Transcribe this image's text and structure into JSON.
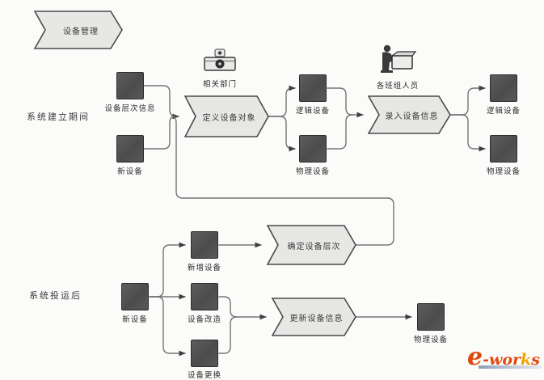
{
  "banner": {
    "label": "设备管理"
  },
  "phases": {
    "build": "系统建立期间",
    "operation": "系统投运后"
  },
  "actors": {
    "related_department": "相关部门",
    "team_members": "各班组人员"
  },
  "nodes": {
    "device_hierarchy_info": "设备层次信息",
    "new_device_top": "新设备",
    "define_device_object": "定义设备对象",
    "logical_device_mid": "逻辑设备",
    "physical_device_mid": "物理设备",
    "enter_device_info": "录入设备信息",
    "logical_device_right": "逻辑设备",
    "physical_device_right": "物理设备",
    "new_device_bottom": "新设备",
    "new_added_device": "新增设备",
    "determine_device_hierarchy": "确定设备层次",
    "device_modification": "设备改造",
    "device_replacement": "设备更换",
    "update_device_info": "更新设备信息",
    "physical_device_bottom": "物理设备"
  },
  "logo": {
    "e": "e",
    "wor": "-wor",
    "k": "k",
    "s": "s"
  },
  "colors": {
    "square_fill": "#545454",
    "chevron_fill": "#e7e7e5",
    "connector_line": "#747474",
    "logo_orange": "#e0470e",
    "logo_gold": "#f0a300",
    "logo_bar": "#9fb0c0"
  }
}
